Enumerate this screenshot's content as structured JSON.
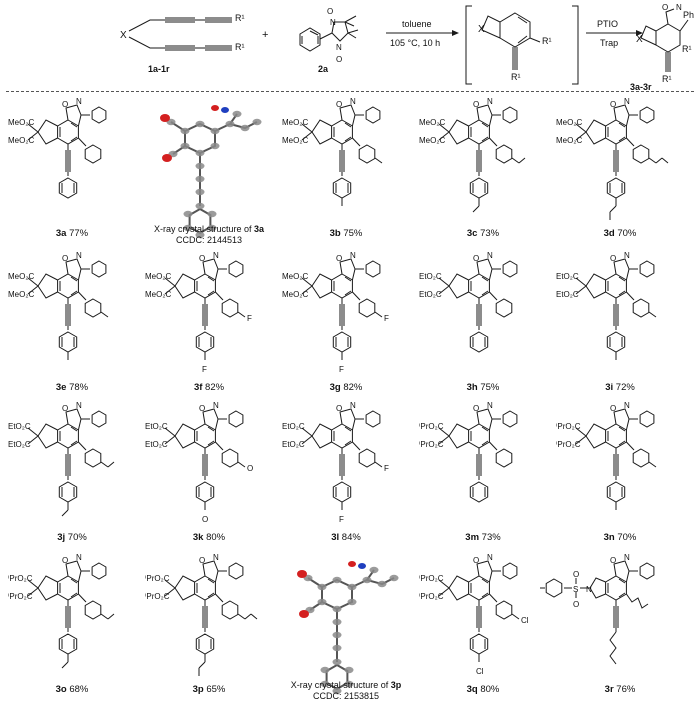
{
  "scheme": {
    "reactant1": {
      "label": "1a-1r",
      "x_atom": "X",
      "r_group": "R¹"
    },
    "plus": "+",
    "reactant2": {
      "label": "2a",
      "n_label": "N",
      "o_label": "O"
    },
    "step1": {
      "reagent": "toluene",
      "conditions": "105 °C, 10 h"
    },
    "intermediate": {
      "x_atom": "X",
      "r_group": "R¹"
    },
    "step2": {
      "reagent": "PTIO",
      "conditions": "Trap"
    },
    "product": {
      "label": "3a-3r",
      "x_atom": "X",
      "r_group": "R¹",
      "ph": "Ph",
      "o_label": "O",
      "n_label": "N"
    }
  },
  "compounds": [
    {
      "id": "3a",
      "yield": "77%",
      "ester": "MeO₂C",
      "aryl": "",
      "stype": "ring"
    },
    {
      "id": "3b",
      "yield": "75%",
      "ester": "MeO₂C",
      "aryl": "",
      "stype": "ring",
      "sub": "methyl"
    },
    {
      "id": "3c",
      "yield": "73%",
      "ester": "MeO₂C",
      "aryl": "",
      "stype": "ring",
      "sub": "ethyl"
    },
    {
      "id": "3d",
      "yield": "70%",
      "ester": "MeO₂C",
      "aryl": "",
      "stype": "ring",
      "sub": "propyl"
    },
    {
      "id": "3e",
      "yield": "78%",
      "ester": "MeO₂C",
      "aryl": "",
      "stype": "ring",
      "sub": "meta-methyl"
    },
    {
      "id": "3f",
      "yield": "82%",
      "ester": "MeO₂C",
      "aryl": "F",
      "stype": "ring",
      "sub": "F"
    },
    {
      "id": "3g",
      "yield": "82%",
      "ester": "MeO₂C",
      "aryl": "F",
      "stype": "ring",
      "sub": "meta-F"
    },
    {
      "id": "3h",
      "yield": "75%",
      "ester": "EtO₂C",
      "aryl": "",
      "stype": "ring"
    },
    {
      "id": "3i",
      "yield": "72%",
      "ester": "EtO₂C",
      "aryl": "",
      "stype": "ring",
      "sub": "methyl"
    },
    {
      "id": "3j",
      "yield": "70%",
      "ester": "EtO₂C",
      "aryl": "",
      "stype": "ring",
      "sub": "ethyl"
    },
    {
      "id": "3k",
      "yield": "80%",
      "ester": "EtO₂C",
      "aryl": "O",
      "stype": "ring",
      "sub": "OMe"
    },
    {
      "id": "3l",
      "yield": "84%",
      "ester": "EtO₂C",
      "aryl": "F",
      "stype": "ring",
      "sub": "F"
    },
    {
      "id": "3m",
      "yield": "73%",
      "ester": "ⁱPrO₂C",
      "aryl": "",
      "stype": "ring"
    },
    {
      "id": "3n",
      "yield": "70%",
      "ester": "ⁱPrO₂C",
      "aryl": "",
      "stype": "ring",
      "sub": "methyl"
    },
    {
      "id": "3o",
      "yield": "68%",
      "ester": "ⁱPrO₂C",
      "aryl": "",
      "stype": "ring",
      "sub": "ethyl"
    },
    {
      "id": "3p",
      "yield": "65%",
      "ester": "ⁱPrO₂C",
      "aryl": "",
      "stype": "ring",
      "sub": "propyl"
    },
    {
      "id": "3q",
      "yield": "80%",
      "ester": "ⁱPrO₂C",
      "aryl": "Cl",
      "stype": "ring",
      "sub": "Cl"
    },
    {
      "id": "3r",
      "yield": "76%",
      "ester": "",
      "aryl": "",
      "stype": "alkyl"
    }
  ],
  "xray": [
    {
      "caption": "X-ray crystal structure of",
      "compound": "3a",
      "ccdc": "CCDC: 2144513"
    },
    {
      "caption": "X-ray crystal structure of",
      "compound": "3p",
      "ccdc": "CCDC: 2153815"
    }
  ],
  "atom_labels": {
    "o": "O",
    "n": "N",
    "s": "S"
  },
  "colors": {
    "bond": "#1a1a1a",
    "oxygen_atom": "#d42020",
    "nitrogen_atom": "#1f3fbf",
    "ellipsoid": "#8a8a8a",
    "divider": "#555555"
  }
}
